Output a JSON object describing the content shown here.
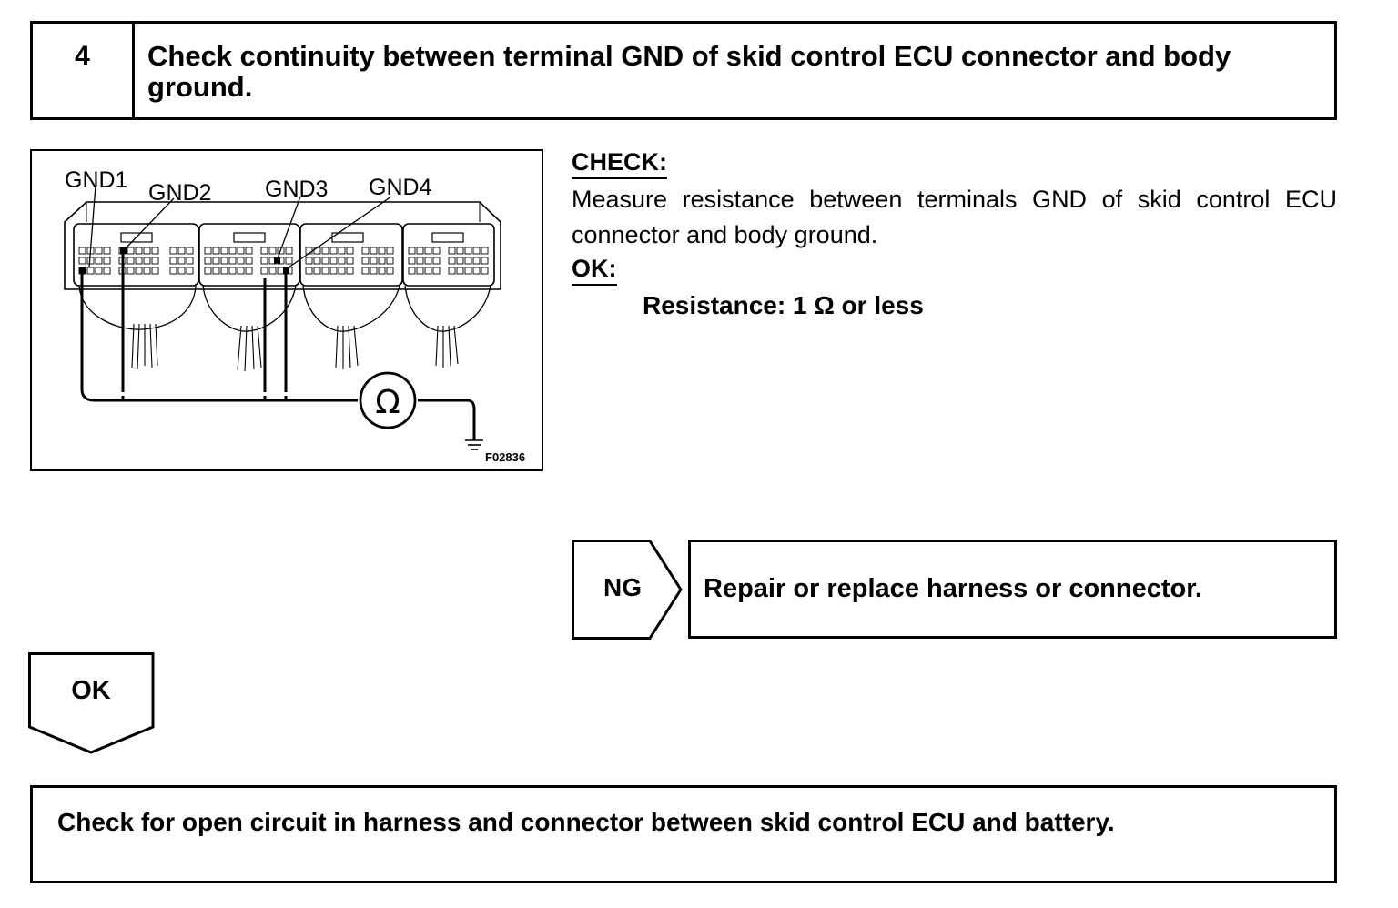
{
  "step": {
    "number": "4",
    "title": "Check continuity between terminal GND of skid control ECU connector and body ground."
  },
  "figure": {
    "labels": [
      "GND1",
      "GND2",
      "GND3",
      "GND4"
    ],
    "meter_symbol": "Ω",
    "code": "F02836"
  },
  "check": {
    "heading": "CHECK:",
    "text": "Measure resistance between terminals GND of skid control ECU connector and body ground."
  },
  "ok_spec": {
    "heading": "OK:",
    "text": "Resistance: 1 Ω or less"
  },
  "ng_branch": {
    "label": "NG",
    "action": "Repair or replace harness or connector."
  },
  "ok_branch": {
    "label": "OK"
  },
  "result": {
    "text": "Check for open circuit in harness and connector between skid control ECU and battery."
  }
}
